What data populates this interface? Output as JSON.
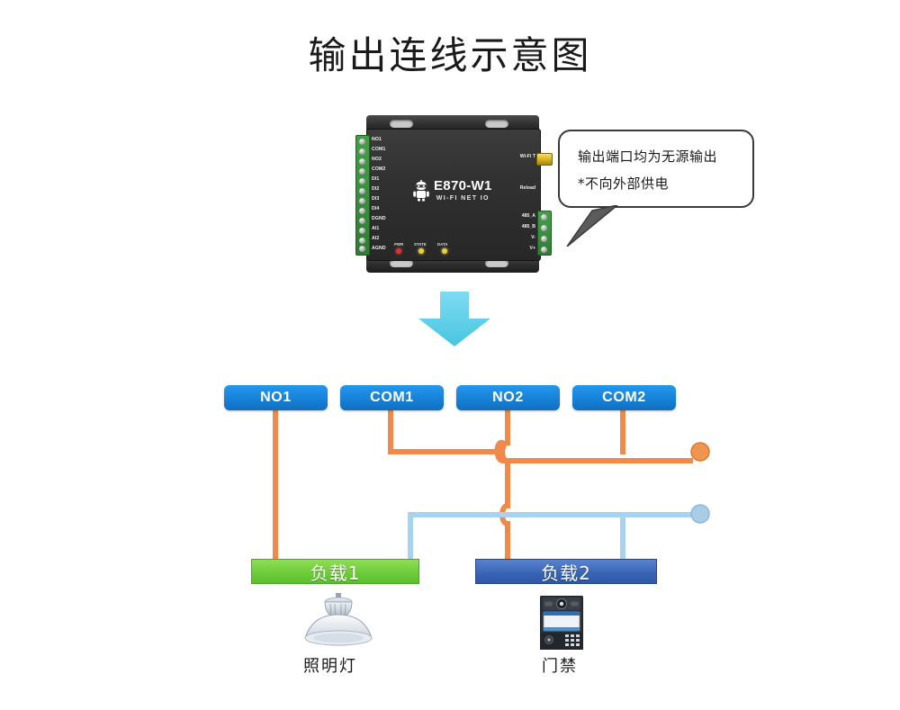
{
  "page": {
    "title": "输出连线示意图"
  },
  "device": {
    "model": "E870-W1",
    "subtitle": "WI-FI NET IO",
    "left_pins": [
      "NO1",
      "COM1",
      "NO2",
      "COM2",
      "DI1",
      "DI2",
      "DI3",
      "DI4",
      "DGND",
      "AI1",
      "AI2",
      "AGND"
    ],
    "right_pins": [
      "485_A",
      "485_B",
      "V-",
      "V+"
    ],
    "right_labels": [
      "Wi-Fi T",
      "Reload"
    ],
    "leds": [
      {
        "name": "PWR",
        "color": "#e03030"
      },
      {
        "name": "STATE",
        "color": "#e8d13a"
      },
      {
        "name": "DATA",
        "color": "#e8d13a"
      }
    ]
  },
  "callout": {
    "line1": "输出端口均为无源输出",
    "line2": "*不向外部供电"
  },
  "terminals": [
    {
      "id": "no1",
      "label": "NO1"
    },
    {
      "id": "com1",
      "label": "COM1"
    },
    {
      "id": "no2",
      "label": "NO2"
    },
    {
      "id": "com2",
      "label": "COM2"
    }
  ],
  "loads": [
    {
      "id": "load1",
      "label": "负载1",
      "color": "#6ecc3a",
      "device_caption": "照明灯",
      "device_icon": "lamp-icon"
    },
    {
      "id": "load2",
      "label": "负载2",
      "color": "#3a66b5",
      "device_caption": "门禁",
      "device_icon": "access-control-icon"
    }
  ],
  "colors": {
    "pill_blue": "#1782d8",
    "wire_orange": "#f08a4b",
    "wire_lightblue": "#a9d2f0",
    "arrow_cyan": "#63cfe8",
    "load1_green": "#6ecc3a",
    "load2_blue": "#3a66b5"
  }
}
